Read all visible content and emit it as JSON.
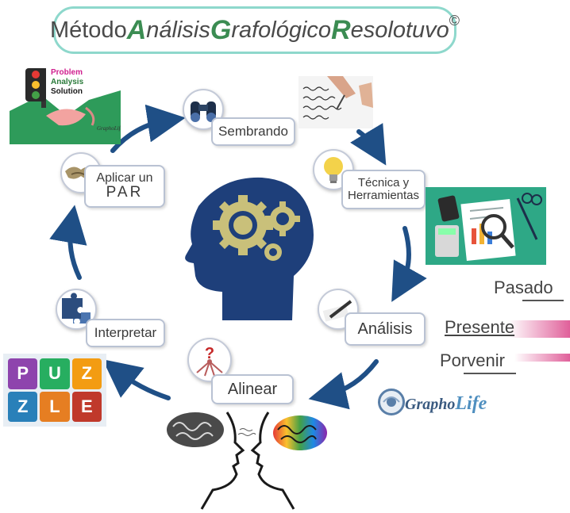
{
  "title": {
    "pre": "Método ",
    "w1_cap": "A",
    "w1_rest": "nálisis ",
    "w2_cap": "G",
    "w2_rest": "rafológico ",
    "w3_cap": "R",
    "w3_rest": "esolotuvo",
    "symbol": "©"
  },
  "cycle_steps": {
    "sembrando": "Sembrando",
    "tecnica_1": "Técnica y",
    "tecnica_2": "Herramientas",
    "analisis": "Análisis",
    "alinear": "Alinear",
    "interpretar": "Interpretar",
    "aplicar_1": "Aplicar un",
    "aplicar_2": "PAR"
  },
  "traffic_sign": {
    "line1": "Problem",
    "line2": "Analysis",
    "line3": "Solution"
  },
  "puzzle_letters": [
    "P",
    "U",
    "Z",
    "Z",
    "L",
    "E"
  ],
  "time_labels": {
    "pasado": "Pasado",
    "presente": "Presente",
    "porvenir": "Porvenir"
  },
  "logo": {
    "p1": "Grapho",
    "p2": "Life"
  },
  "colors": {
    "title_border": "#8ed8cc",
    "arrow": "#1f4f86",
    "head": "#1e3f7a",
    "gear": "#c9c07a",
    "green_bg": "#2ea886"
  }
}
